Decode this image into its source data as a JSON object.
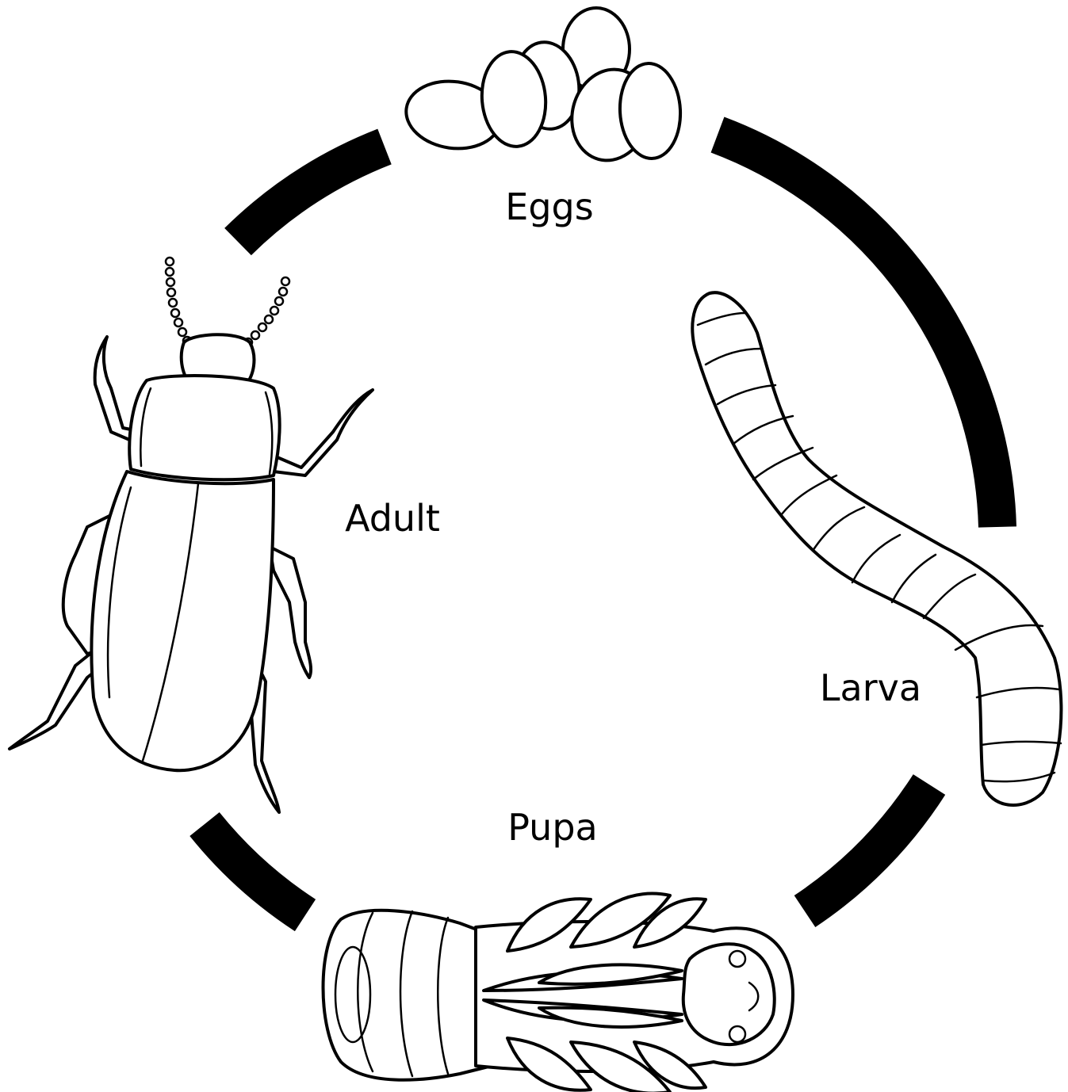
{
  "diagram": {
    "stages": [
      {
        "id": "eggs",
        "label": "Eggs",
        "icon": "eggs-icon"
      },
      {
        "id": "larva",
        "label": "Larva",
        "icon": "larva-icon"
      },
      {
        "id": "pupa",
        "label": "Pupa",
        "icon": "pupa-icon"
      },
      {
        "id": "adult",
        "label": "Adult",
        "icon": "beetle-icon"
      }
    ],
    "cycle_order": [
      "Eggs",
      "Larva",
      "Pupa",
      "Adult"
    ],
    "colors": {
      "ink": "#000000",
      "background": "#ffffff"
    }
  }
}
